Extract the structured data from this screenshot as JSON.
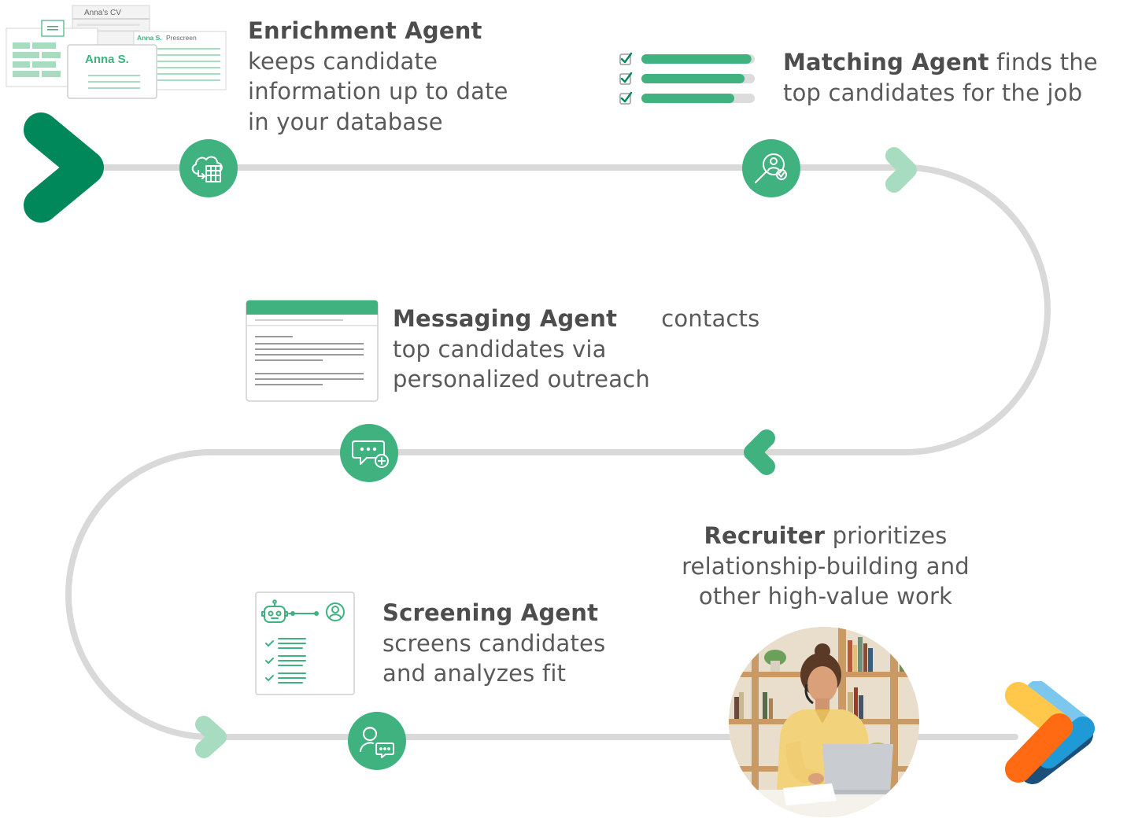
{
  "colors": {
    "green_dark": "#00875a",
    "green_mid": "#3fb27f",
    "green_light": "#a8dcc0",
    "track_gray": "#d9d9d9",
    "text": "#5a5a5a",
    "logo_yellow": "#ffc84a",
    "logo_orange": "#ff6a13",
    "logo_blue": "#1f9ad6",
    "logo_navy": "#1c4f7a"
  },
  "enrichment": {
    "title": "Enrichment Agent",
    "line1": "keeps candidate",
    "line2": "information up to date",
    "line3": "in your database",
    "icon": "cloud-table-icon",
    "illustration": {
      "cv_label": "Anna's CV",
      "card_name": "Anna S.",
      "prescreen_name": "Anna S.",
      "prescreen_label": "Prescreen"
    }
  },
  "matching": {
    "title": "Matching Agent",
    "title_rest": " finds the",
    "line2": "top candidates for the job",
    "icon": "search-person-check-icon",
    "match_levels": [
      0.97,
      0.91,
      0.82
    ]
  },
  "messaging": {
    "title": "Messaging Agent",
    "title_rest": "contacts",
    "line2": "top candidates via",
    "line3": "personalized outreach",
    "icon": "chat-plus-icon"
  },
  "screening": {
    "title": "Screening Agent",
    "line2": "screens candidates",
    "line3": "and analyzes fit",
    "icon": "person-chat-icon"
  },
  "recruiter": {
    "title": "Recruiter",
    "title_rest": " prioritizes",
    "line2": "relationship-building and",
    "line3": "other high-value work"
  }
}
